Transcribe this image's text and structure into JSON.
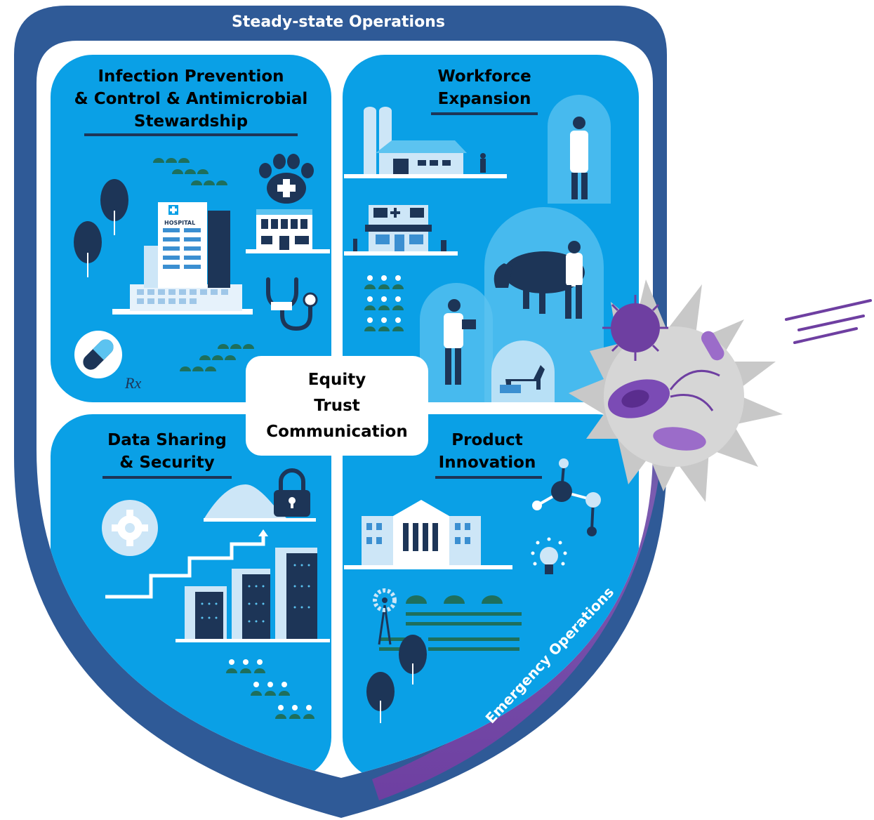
{
  "banner": {
    "top": "Steady-state Operations",
    "bottom": "Emergency Operations"
  },
  "center": {
    "line1": "Equity",
    "line2": "Trust",
    "line3": "Communication"
  },
  "quadrants": {
    "tl": {
      "line1": "Infection Prevention",
      "line2": "& Control & Antimicrobial",
      "line3": "Stewardship"
    },
    "tr": {
      "line1": "Workforce",
      "line2": "Expansion"
    },
    "bl": {
      "line1": "Data Sharing",
      "line2": "& Security"
    },
    "br": {
      "line1": "Product",
      "line2": "Innovation"
    }
  },
  "labels": {
    "hospital": "HOSPITAL",
    "rx": "Rx"
  },
  "colors": {
    "shield_outer": "#2f5a97",
    "panel": "#0aa0e6",
    "panel_light": "#5cc3f0",
    "navy": "#1d3557",
    "green": "#1e6f5c",
    "purple": "#6e3fa1",
    "virus_gray": "#c8c8c8"
  }
}
